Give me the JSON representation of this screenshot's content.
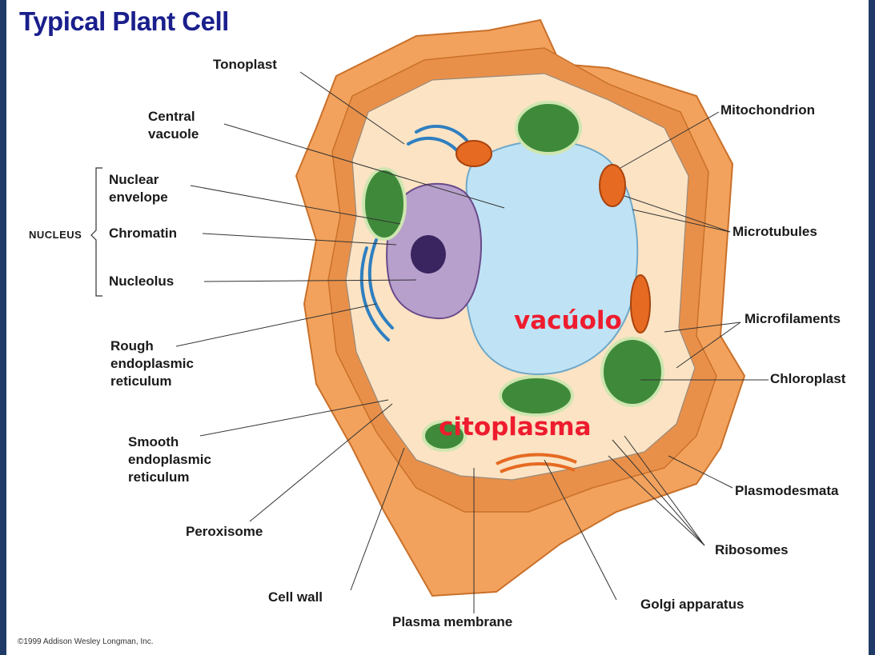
{
  "title": "Typical Plant Cell",
  "labels": {
    "tonoplast": "Tonoplast",
    "central_vacuole": "Central\nvacuole",
    "nuclear_envelope": "Nuclear\nenvelope",
    "chromatin": "Chromatin",
    "nucleolus": "Nucleolus",
    "nucleus_group": "NUCLEUS",
    "rough_er": "Rough\nendoplasmic\nreticulum",
    "smooth_er": "Smooth\nendoplasmic\nreticulum",
    "peroxisome": "Peroxisome",
    "cell_wall": "Cell wall",
    "plasma_membrane": "Plasma membrane",
    "golgi": "Golgi apparatus",
    "ribosomes": "Ribosomes",
    "plasmodesmata": "Plasmodesmata",
    "chloroplast": "Chloroplast",
    "microfilaments": "Microfilaments",
    "microtubules": "Microtubules",
    "mitochondrion": "Mitochondrion"
  },
  "annotations": {
    "vacuolo": "vacúolo",
    "citoplasma": "citoplasma"
  },
  "copyright": "©1999 Addison Wesley Longman, Inc.",
  "colors": {
    "title": "#1a1f8c",
    "annotation": "#ee1c2e",
    "cell_wall": "#f2a25c",
    "cytoplasm": "#fbe3c4",
    "vacuole": "#bfe3f5",
    "nucleus": "#b7a0cc",
    "chloroplast": "#3f8a3a",
    "mitochondrion": "#e66a22",
    "er": "#2f7fc0"
  }
}
